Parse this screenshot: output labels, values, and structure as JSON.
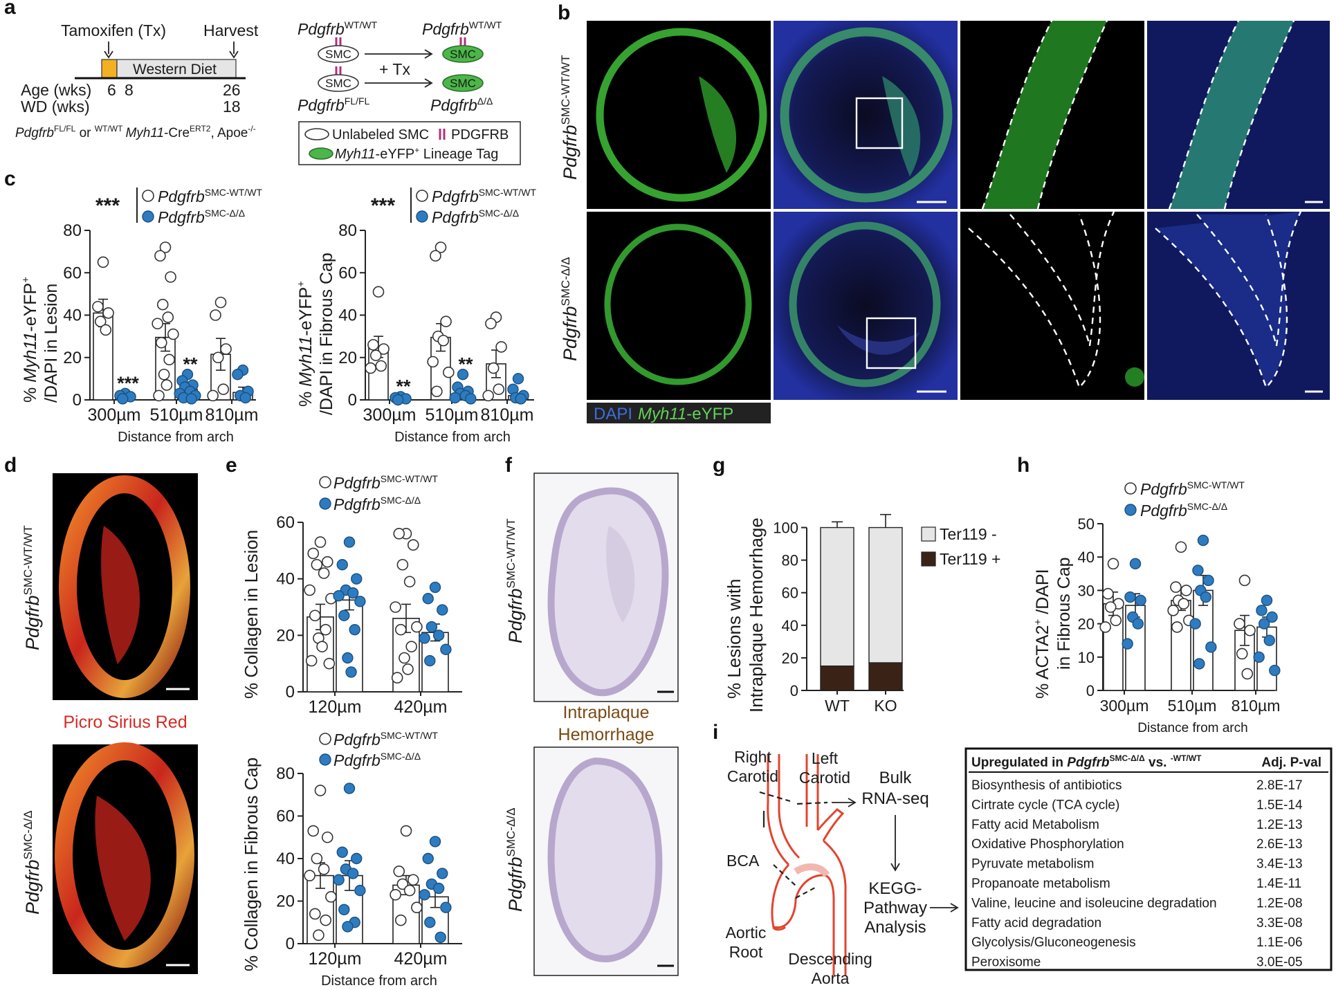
{
  "panels": {
    "a": "a",
    "b": "b",
    "c": "c",
    "d": "d",
    "e": "e",
    "f": "f",
    "g": "g",
    "h": "h",
    "i": "i"
  },
  "panel_a": {
    "tamoxifen": "Tamoxifen (Tx)",
    "harvest": "Harvest",
    "western_diet": "Western Diet",
    "age_label": "Age (wks)",
    "wd_label": "WD (wks)",
    "age_6": "6",
    "age_8": "8",
    "age_26": "26",
    "wd_18": "18",
    "genotype_gene": "Pdgfrb",
    "genotype_sup1": "FL/FL",
    "genotype_or": " or ",
    "genotype_sup2": "WT/WT",
    "genotype_cre": "Myh11",
    "genotype_cre_rest": "-Cre",
    "genotype_ert": "ERT2",
    "genotype_apoe": ", Apoe",
    "genotype_apoe_sup": "-/-",
    "schema_gene": "Pdgfrb",
    "sup_wt": "WT/WT",
    "sup_fl": "FL/FL",
    "sup_del": "Δ/Δ",
    "smc": "SMC",
    "plus_tx": "+ Tx",
    "legend_unlabeled": "Unlabeled SMC",
    "legend_pdgfrb": "PDGFRB",
    "legend_lineage_gene": "Myh11",
    "legend_lineage_rest": "-eYFP",
    "legend_lineage_sup": "+",
    "legend_lineage_tail": " Lineage Tag"
  },
  "panel_b": {
    "row1_gene": "Pdgfrb",
    "row1_sup": "SMC-WT/WT",
    "row2_gene": "Pdgfrb",
    "row2_sup": "SMC-Δ/Δ",
    "stain_dapi": "DAPI",
    "stain_gene": "Myh11",
    "stain_rest": "-eYFP"
  },
  "legend_groups": {
    "gene": "Pdgfrb",
    "wt_sup": "SMC-WT/WT",
    "del_sup": "SMC-Δ/Δ"
  },
  "panel_d": {
    "row1_gene": "Pdgfrb",
    "row1_sup": "SMC-WT/WT",
    "row2_gene": "Pdgfrb",
    "row2_sup": "SMC-Δ/Δ",
    "stain": "Picro Sirius Red"
  },
  "panel_f": {
    "row1_gene": "Pdgfrb",
    "row1_sup": "SMC-WT/WT",
    "row2_gene": "Pdgfrb",
    "row2_sup": "SMC-Δ/Δ",
    "stain_line1": "Intraplaque",
    "stain_line2": "Hemorrhage"
  },
  "panel_i": {
    "right_carotid_1": "Right",
    "right_carotid_2": "Carotid",
    "left_carotid_1": "Left",
    "left_carotid_2": "Carotid",
    "bca": "BCA",
    "aortic_root_1": "Aortic",
    "aortic_root_2": "Root",
    "descending_1": "Descending",
    "descending_2": "Aorta",
    "bulk_1": "Bulk",
    "bulk_2": "RNA-seq",
    "kegg_1": "KEGG-",
    "kegg_2": "Pathway",
    "kegg_3": "Analysis",
    "table_head_prefix": "Upregulated in ",
    "table_head_gene": "Pdgfrb",
    "table_head_sup1": "SMC-Δ/Δ",
    "table_head_vs": " vs. ",
    "table_head_sup2": "-WT/WT",
    "table_head_pval": "Adj. P-val",
    "rows": [
      {
        "pathway": "Biosynthesis of antibiotics",
        "pval": "2.8E-17"
      },
      {
        "pathway": "Cirtrate cycle (TCA cycle)",
        "pval": "1.5E-14"
      },
      {
        "pathway": "Fatty acid Metabolism",
        "pval": "1.2E-13"
      },
      {
        "pathway": "Oxidative Phosphorylation",
        "pval": "2.6E-13"
      },
      {
        "pathway": "Pyruvate metabolism",
        "pval": "3.4E-13"
      },
      {
        "pathway": "Propanoate metabolism",
        "pval": "1.4E-11"
      },
      {
        "pathway": "Valine, leucine and isoleucine degradation",
        "pval": "1.2E-08"
      },
      {
        "pathway": "Fatty acid degradation",
        "pval": "3.3E-08"
      },
      {
        "pathway": "Glycolysis/Gluconeogenesis",
        "pval": "1.1E-06"
      },
      {
        "pathway": "Peroxisome",
        "pval": "3.0E-05"
      }
    ]
  },
  "chart_data": [
    {
      "id": "c1",
      "type": "bar",
      "ylabel_prefix": "% ",
      "ylabel_gene": "Myh11",
      "ylabel_rest": "-eYFP",
      "ylabel_sup": "+",
      "ylabel_line2": "/DAPI in Lesion",
      "xlabel": "Distance from arch",
      "categories": [
        "300µm",
        "510µm",
        "810µm"
      ],
      "yticks": [
        "0",
        "20",
        "40",
        "60",
        "80"
      ],
      "ylim": [
        0,
        80
      ],
      "overall_sig": "***",
      "category_sig": [
        "***",
        "**",
        ""
      ],
      "series": [
        {
          "values": [
            41,
            29.5,
            21.5
          ],
          "sem": [
            6.5,
            6.5,
            7.5
          ],
          "points": [
            [
              65,
              44,
              41,
              37,
              33
            ],
            [
              72,
              68,
              58,
              45,
              39,
              36,
              31,
              27,
              19,
              12,
              7,
              2
            ],
            [
              46,
              40,
              24,
              20,
              5,
              2
            ]
          ]
        },
        {
          "values": [
            2,
            5,
            3.5
          ],
          "sem": [
            1,
            1.5,
            2.5
          ],
          "points": [
            [
              3,
              2,
              1.5,
              0.5
            ],
            [
              12,
              9,
              7,
              6,
              4,
              3,
              2,
              1,
              0.5
            ],
            [
              14,
              12,
              4,
              2,
              1
            ]
          ]
        }
      ]
    },
    {
      "id": "c2",
      "type": "bar",
      "ylabel_prefix": "% ",
      "ylabel_gene": "Myh11",
      "ylabel_rest": "-eYFP",
      "ylabel_sup": "+",
      "ylabel_line2": "/DAPI in Fibrous Cap",
      "xlabel": "Distance from arch",
      "categories": [
        "300µm",
        "510µm",
        "810µm"
      ],
      "yticks": [
        "0",
        "20",
        "40",
        "60",
        "80"
      ],
      "ylim": [
        0,
        80
      ],
      "overall_sig": "***",
      "category_sig": [
        "**",
        "**",
        ""
      ],
      "series": [
        {
          "values": [
            25,
            29.5,
            17
          ],
          "sem": [
            5,
            6.5,
            6.5
          ],
          "points": [
            [
              51,
              26,
              24,
              21,
              16,
              15
            ],
            [
              72,
              68,
              37,
              30,
              28,
              18,
              13,
              4
            ],
            [
              39,
              36,
              25,
              15,
              5,
              2
            ]
          ]
        },
        {
          "values": [
            0.5,
            3,
            2
          ],
          "sem": [
            0.3,
            1,
            1
          ],
          "points": [
            [
              1.5,
              1,
              0.5,
              0
            ],
            [
              12,
              6,
              4,
              3,
              2,
              1,
              0.5
            ],
            [
              10,
              5,
              2,
              1,
              0.5
            ]
          ]
        }
      ]
    },
    {
      "id": "e1",
      "type": "bar",
      "ylabel_line1": "% Collagen in Lesion",
      "xlabel": "",
      "categories": [
        "120µm",
        "420µm"
      ],
      "yticks": [
        "0",
        "20",
        "40",
        "60"
      ],
      "ylim": [
        0,
        60
      ],
      "series": [
        {
          "values": [
            26.5,
            26
          ],
          "sem": [
            4.5,
            5
          ],
          "points": [
            [
              53,
              49,
              46,
              45,
              42,
              36,
              33,
              27,
              22,
              19,
              16,
              11,
              10
            ],
            [
              56,
              56,
              52,
              45,
              39,
              30,
              23,
              22,
              16,
              12,
              8,
              5
            ]
          ]
        },
        {
          "values": [
            32.5,
            21
          ],
          "sem": [
            3.5,
            3
          ],
          "points": [
            [
              53,
              45,
              40,
              36,
              35,
              34,
              32,
              27,
              22,
              12,
              7
            ],
            [
              37,
              33,
              29,
              23,
              20,
              19,
              15,
              11
            ]
          ]
        }
      ]
    },
    {
      "id": "e2",
      "type": "bar",
      "ylabel_line1": "% Collagen in Fibrous Cap",
      "xlabel": "Distance from arch",
      "categories": [
        "120µm",
        "420µm"
      ],
      "yticks": [
        "0",
        "20",
        "40",
        "60",
        "80"
      ],
      "ylim": [
        0,
        80
      ],
      "series": [
        {
          "values": [
            32,
            27.5
          ],
          "sem": [
            6,
            4.5
          ],
          "points": [
            [
              72,
              53,
              50,
              40,
              35,
              32,
              22,
              14,
              11,
              4
            ],
            [
              53,
              34,
              30,
              28,
              25,
              23,
              17,
              11
            ]
          ]
        },
        {
          "values": [
            32,
            22
          ],
          "sem": [
            7,
            5
          ],
          "points": [
            [
              73,
              43,
              40,
              35,
              33,
              30,
              25,
              16,
              10,
              8
            ],
            [
              48,
              40,
              33,
              28,
              26,
              23,
              17,
              10,
              3
            ]
          ]
        }
      ]
    },
    {
      "id": "g1",
      "type": "bar",
      "stacked": true,
      "ylabel_line1": "% Lesions with",
      "ylabel_line2": "Intraplaque Hemorrhage",
      "categories": [
        "WT",
        "KO"
      ],
      "yticks": [
        "0",
        "20",
        "40",
        "60",
        "80",
        "100"
      ],
      "ylim": [
        0,
        110
      ],
      "series": [
        {
          "name": "Ter119 -",
          "color": "#e6e6e6",
          "values": [
            85,
            83
          ],
          "sem": [
            3.5,
            8
          ]
        },
        {
          "name": "Ter119 +",
          "color": "#3b2217",
          "values": [
            15,
            17
          ],
          "sem": [
            3.5,
            8
          ]
        }
      ]
    },
    {
      "id": "h1",
      "type": "bar",
      "ylabel_line1": "% ACTA2",
      "ylabel_sup": "+",
      "ylabel_rest": " /DAPI",
      "ylabel_line2": "in Fibrous Cap",
      "xlabel": "Distance from arch",
      "categories": [
        "300µm",
        "510µm",
        "810µm"
      ],
      "yticks": [
        "0",
        "10",
        "20",
        "30",
        "40",
        "50"
      ],
      "ylim": [
        0,
        50
      ],
      "series": [
        {
          "values": [
            26,
            27,
            18
          ],
          "sem": [
            3.5,
            3,
            4.5
          ],
          "points": [
            [
              38,
              29,
              26,
              25,
              21,
              19
            ],
            [
              43,
              31,
              30,
              27,
              26,
              24,
              21,
              19
            ],
            [
              33,
              20,
              18,
              11,
              5
            ]
          ]
        },
        {
          "values": [
            25.5,
            30,
            19
          ],
          "sem": [
            3.5,
            4.5,
            3
          ],
          "points": [
            [
              38,
              28,
              27,
              22,
              20,
              14
            ],
            [
              45,
              36,
              33,
              30,
              28,
              20,
              13,
              8
            ],
            [
              27,
              24,
              22,
              20,
              15,
              10,
              6
            ]
          ]
        }
      ]
    }
  ]
}
